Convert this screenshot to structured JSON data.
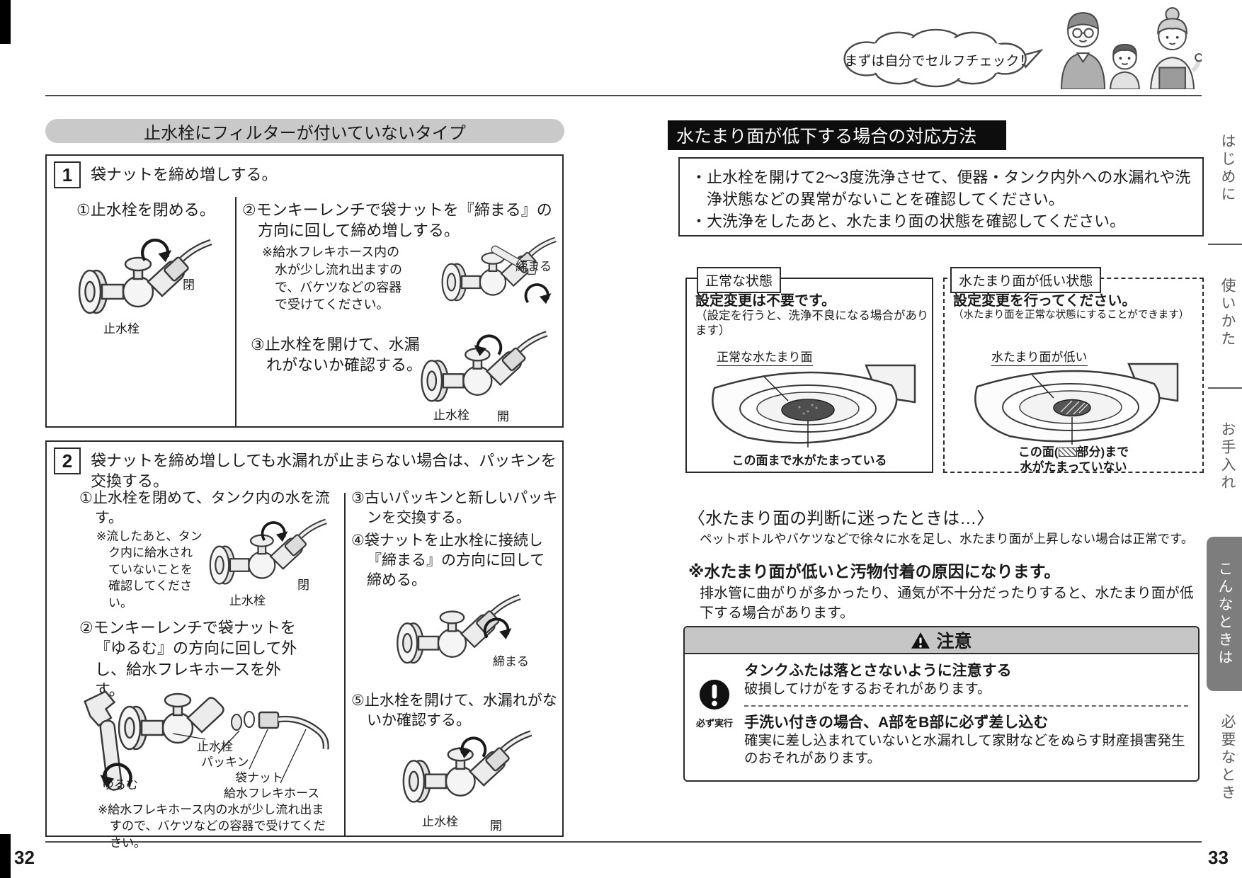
{
  "page_left": {
    "page_number": "32",
    "section_pill": "止水栓にフィルターが付いていないタイプ",
    "step1": {
      "num": "1",
      "title": "袋ナットを締め増しする。",
      "item1": "①止水栓を閉める。",
      "item2": "②モンキーレンチで袋ナットを『締まる』の方向に回して締め増しする。",
      "item2_note": "※給水フレキホース内の水が少し流れ出ますので、バケツなどの容器で受けてください。",
      "item3": "③止水栓を開けて、水漏れがないか確認する。",
      "labels": {
        "close": "閉",
        "open": "開",
        "tighten": "締まる",
        "valve": "止水栓"
      }
    },
    "step2": {
      "num": "2",
      "title": "袋ナットを締め増ししても水漏れが止まらない場合は、パッキンを交換する。",
      "item1": "①止水栓を閉めて、タンク内の水を流す。",
      "item1_note": "※流したあと、タンク内に給水されていないことを確認してください。",
      "item2": "②モンキーレンチで袋ナットを『ゆるむ』の方向に回して外し、給水フレキホースを外す。",
      "item2_note": "※給水フレキホース内の水が少し流れ出ますので、バケツなどの容器で受けてください。",
      "item3": "③古いパッキンと新しいパッキンを交換する。",
      "item4": "④袋ナットを止水栓に接続し『締まる』の方向に回して締める。",
      "item5": "⑤止水栓を開けて、水漏れがないか確認する。",
      "labels": {
        "close": "閉",
        "open": "開",
        "loosen": "ゆるむ",
        "tighten": "締まる",
        "valve": "止水栓",
        "packing": "パッキン",
        "nut": "袋ナット",
        "hose": "給水フレキホース"
      }
    }
  },
  "page_right": {
    "page_number": "33",
    "bubble_text": "まずは自分でセルフチェック！",
    "section_title": "水たまり面が低下する場合の対応方法",
    "intro_line1": "・止水栓を開けて2～3度洗浄させて、便器・タンク内外への水漏れや洗浄状態などの異常がないことを確認してください。",
    "intro_line2": "・大洗浄をしたあと、水たまり面の状態を確認してください。",
    "normal_box": {
      "tab": "正常な状態",
      "line1": "設定変更は不要です。",
      "line2": "（設定を行うと、洗浄不良になる場合があります）",
      "surface_label": "正常な水たまり面",
      "caption": "この面まで水がたまっている"
    },
    "low_box": {
      "tab": "水たまり面が低い状態",
      "line1": "設定変更を行ってください。",
      "line2": "（水たまり面を正常な状態にすることができます）",
      "surface_label": "水たまり面が低い",
      "caption_pre": "この面(",
      "caption_mid": "部分)まで",
      "caption_line2": "水がたまっていない"
    },
    "judge_head": "〈水たまり面の判断に迷ったときは…〉",
    "judge_text": "ペットボトルやバケツなどで徐々に水を足し、水たまり面が上昇しない場合は正常です。",
    "warn_head": "※水たまり面が低いと汚物付着の原因になります。",
    "warn_text": "排水管に曲がりが多かったり、通気が不十分だったりすると、水たまり面が低下する場合があります。",
    "caution": {
      "title": "注意",
      "must_do": "必ず実行",
      "item1_title": "タンクふたは落とさないように注意する",
      "item1_body": "破損してけがをするおそれがあります。",
      "item2_title": "手洗い付きの場合、A部をB部に必ず差し込む",
      "item2_body": "確実に差し込まれていないと水漏れして家財などをぬらす財産損害発生のおそれがあります。"
    }
  },
  "sidebar": {
    "tabs": [
      {
        "label": "はじめに",
        "active": false
      },
      {
        "label": "使いかた",
        "active": false
      },
      {
        "label": "お手入れ",
        "active": false
      },
      {
        "label": "こんなときは",
        "active": true
      },
      {
        "label": "必要なとき",
        "active": false
      }
    ]
  }
}
